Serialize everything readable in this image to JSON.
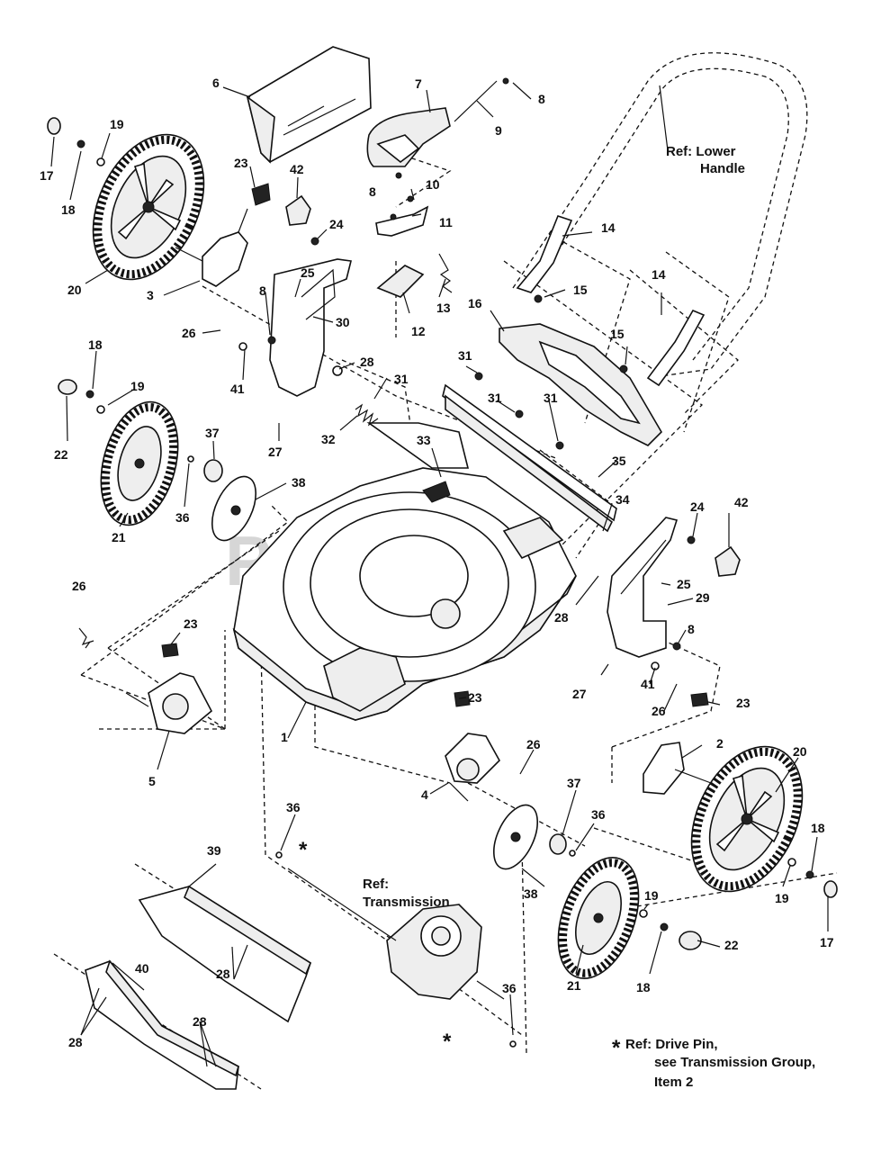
{
  "watermark": "PartsTree",
  "callouts": [
    "1",
    "2",
    "3",
    "4",
    "5",
    "6",
    "7",
    "8",
    "9",
    "10",
    "11",
    "12",
    "13",
    "14",
    "15",
    "16",
    "17",
    "18",
    "19",
    "20",
    "21",
    "22",
    "23",
    "24",
    "25",
    "26",
    "27",
    "28",
    "29",
    "30",
    "31",
    "32",
    "33",
    "34",
    "35",
    "36",
    "37",
    "38",
    "39",
    "40",
    "41",
    "42"
  ],
  "refs": {
    "lower_handle_1": "Ref: Lower",
    "lower_handle_2": "Handle",
    "transmission_1": "Ref:",
    "transmission_2": "Transmission",
    "star": "*",
    "drive_pin_1": "Ref: Drive Pin,",
    "drive_pin_2": "see Transmission Group,",
    "drive_pin_3": "Item 2"
  }
}
